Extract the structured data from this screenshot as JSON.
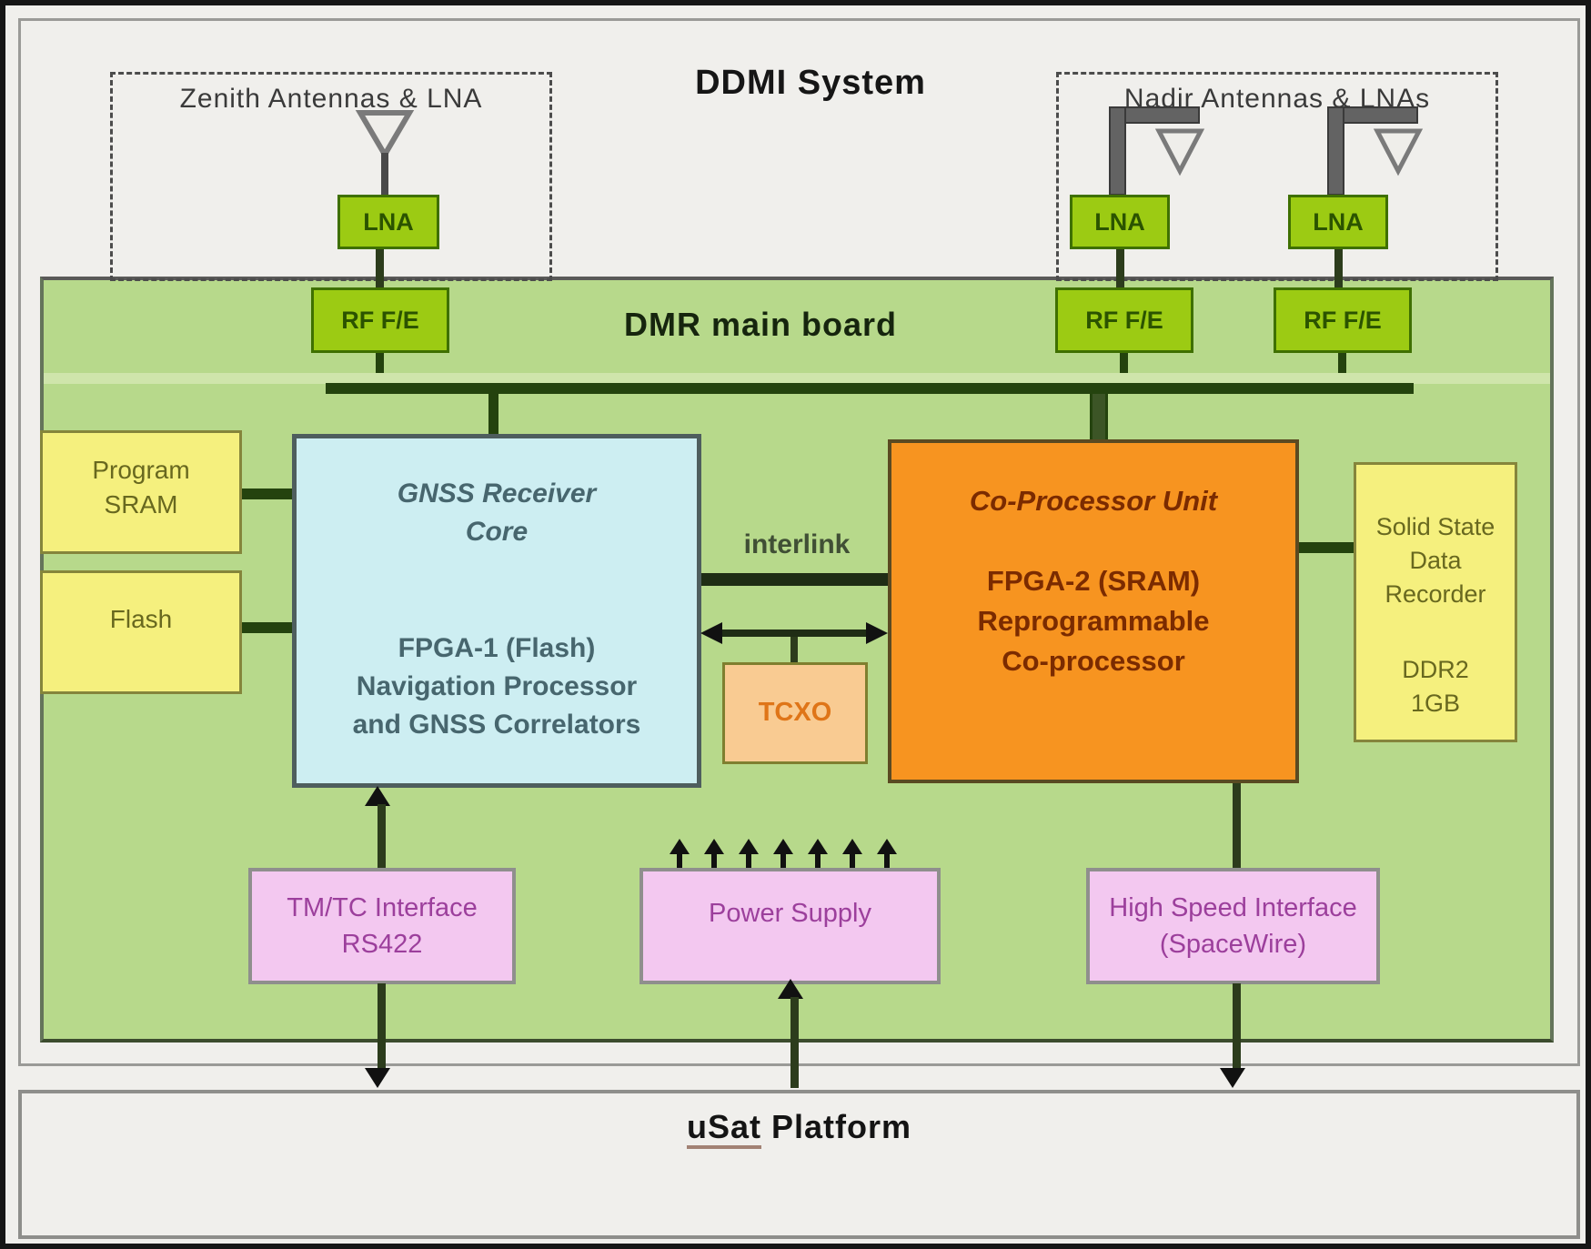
{
  "title": "DDMI System",
  "zenith": {
    "label": "Zenith Antennas & LNA",
    "lna": "LNA"
  },
  "nadir": {
    "label": "Nadir Antennas & LNAs",
    "lna1": "LNA",
    "lna2": "LNA"
  },
  "board": {
    "label": "DMR main board",
    "rf1": "RF F/E",
    "rf2": "RF F/E",
    "rf3": "RF F/E",
    "program_sram": {
      "l1": "Program",
      "l2": "SRAM"
    },
    "flash": "Flash",
    "gnss": {
      "l1": "GNSS Receiver",
      "l2": "Core",
      "l3": "FPGA-1 (Flash)",
      "l4": "Navigation Processor",
      "l5": "and GNSS Correlators"
    },
    "interlink": "interlink",
    "tcxo": "TCXO",
    "coproc": {
      "l1": "Co-Processor Unit",
      "l2": "FPGA-2 (SRAM)",
      "l3": "Reprogrammable",
      "l4": "Co-processor"
    },
    "ssdr": {
      "l1": "Solid State",
      "l2": "Data",
      "l3": "Recorder",
      "l4": "DDR2",
      "l5": "1GB"
    },
    "tmtc": {
      "l1": "TM/TC Interface",
      "l2": "RS422"
    },
    "power": "Power Supply",
    "hsi": {
      "l1": "High Speed Interface",
      "l2": "(SpaceWire)"
    }
  },
  "platform": {
    "name_part1": "uSat",
    "name_part2": " Platform"
  },
  "colors": {
    "board_green": "#b7d98b",
    "component_green": "#9ccb13",
    "memory_yellow": "#f5f07e",
    "gnss_cyan": "#cdeef2",
    "coproc_orange": "#f79420",
    "tcxo_peach": "#f9cb92",
    "interface_pink": "#f3c8f0",
    "bus_dark_green": "#24430e",
    "page_background": "#f0efec"
  }
}
